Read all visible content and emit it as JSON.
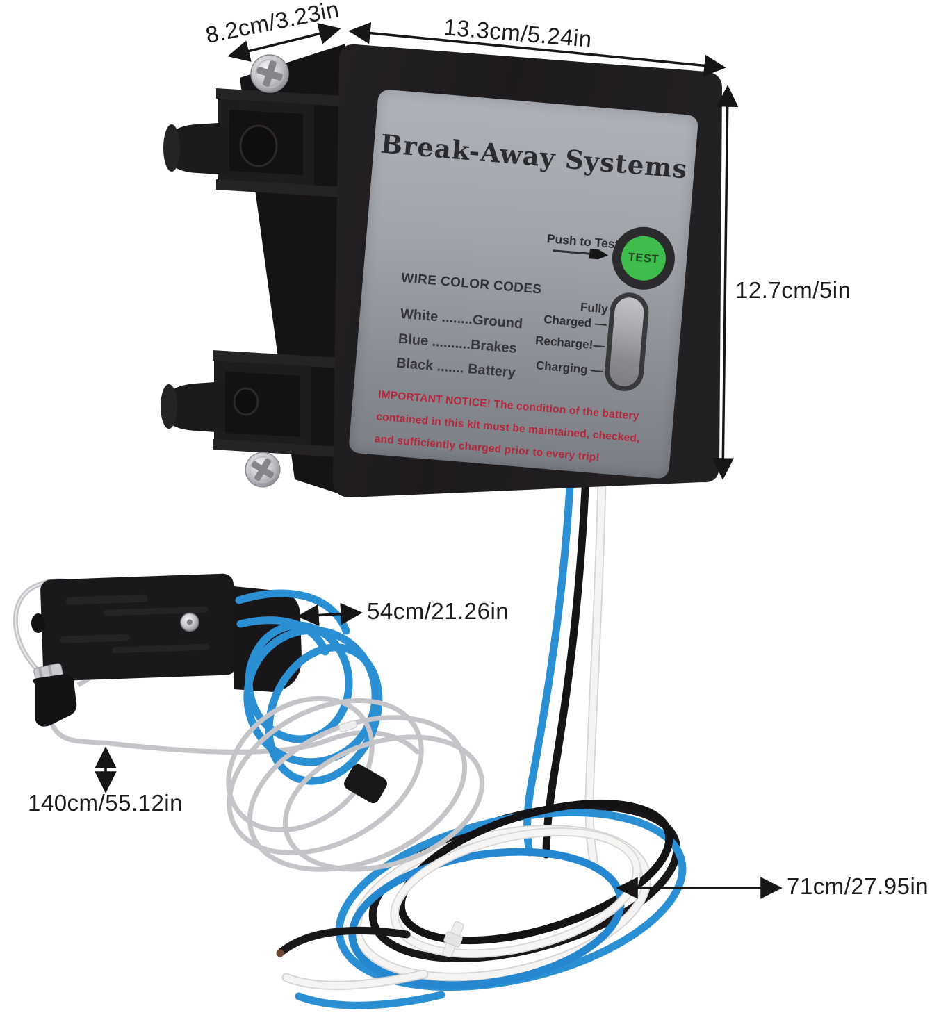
{
  "product": {
    "panel": {
      "title": "Break-Away Systems",
      "push_to_test": "Push to Test",
      "test_button": "TEST",
      "wire_codes_heading": "WIRE COLOR CODES",
      "wire_codes": [
        "White ........Ground",
        "Blue ..........Brakes",
        "Black ....... Battery"
      ],
      "status_labels": [
        "Fully\nCharged —",
        "Recharge!—",
        "Charging —"
      ],
      "notice": "IMPORTANT NOTICE! The condition of the battery\ncontained in this kit  must be  maintained, checked,\nand sufficiently  charged prior to every trip!"
    },
    "dimensions": {
      "depth": "8.2cm/3.23in",
      "width": "13.3cm/5.24in",
      "height": "12.7cm/5in",
      "switch_cable_length": "54cm/21.26in",
      "lanyard_length": "140cm/55.12in",
      "wire_length": "71cm/27.95in"
    },
    "colors": {
      "test_button_green": "#3ebc4c",
      "label_gray": "#9b9da5",
      "box_black": "#1e1b1e",
      "wire_blue": "#2b8fd4",
      "wire_white": "#f3f2f0",
      "wire_black": "#171417",
      "notice_red": "#b5263a"
    }
  }
}
